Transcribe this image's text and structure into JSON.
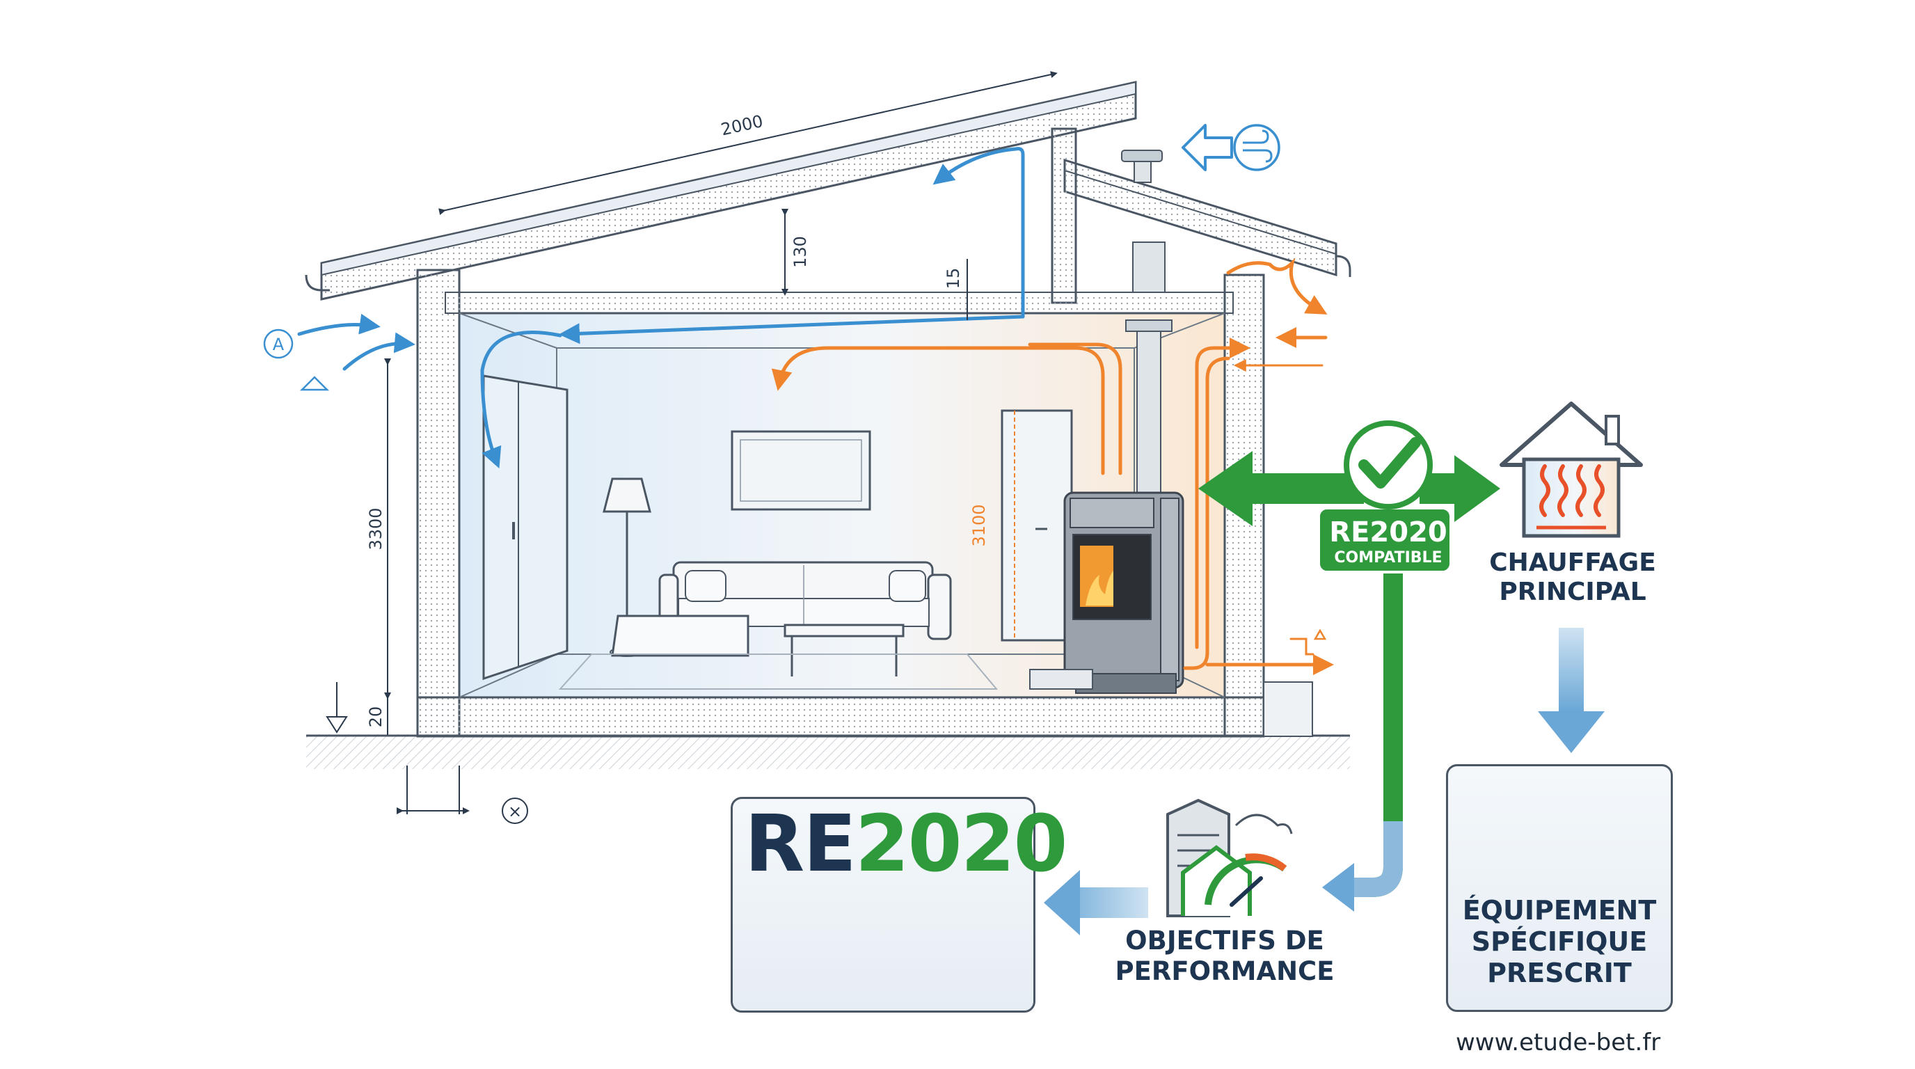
{
  "dimensions": {
    "roof_length": "2000",
    "roof_thickness": "130",
    "ceiling_gap": "15",
    "wall_height": "3300",
    "floor_thickness": "20",
    "interior_height": "3100"
  },
  "markers": {
    "a": "A",
    "x": "×"
  },
  "badge": {
    "title": "RE2020",
    "subtitle": "COMPATIBLE"
  },
  "heating": {
    "line1": "CHAUFFAGE",
    "line2": "PRINCIPAL"
  },
  "equipment": {
    "line1": "ÉQUIPEMENT",
    "line2": "SPÉCIFIQUE",
    "line3": "PRESCRIT"
  },
  "objectives": {
    "line1": "OBJECTIFS DE",
    "line2": "PERFORMANCE"
  },
  "re_logo": {
    "re": "RE",
    "year": "2020"
  },
  "url": "www.etude-bet.fr",
  "colors": {
    "green": "#2e9a3c",
    "blue_air": "#3a8fd0",
    "orange_air": "#f0842c",
    "navy": "#1d3550",
    "line": "#4a5663"
  },
  "icons": [
    "wind-icon",
    "house-heat-icon",
    "check-icon",
    "thermometer-icon",
    "gauge-icon",
    "crossed-heater-icon",
    "building-gauge-icon"
  ]
}
